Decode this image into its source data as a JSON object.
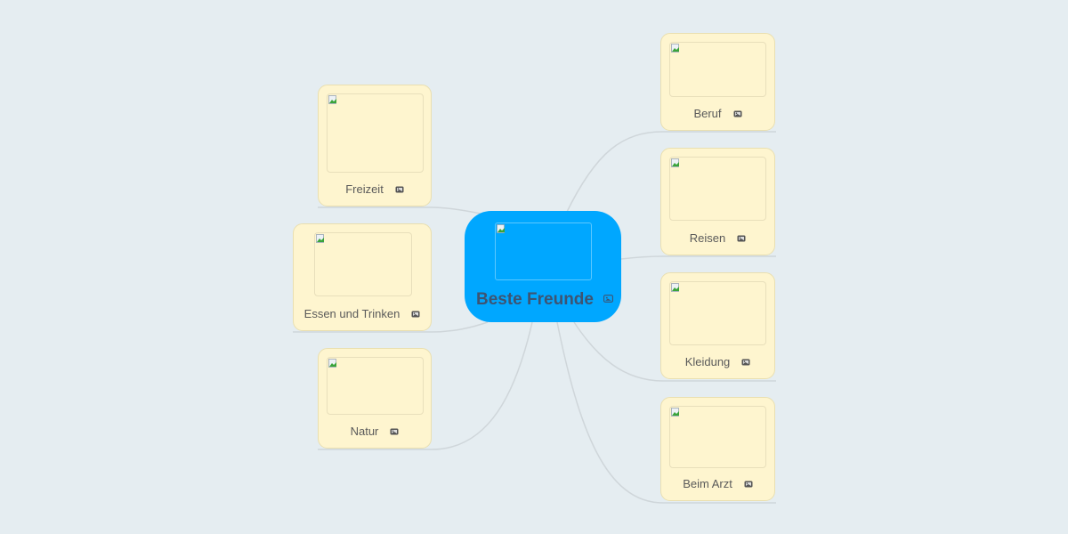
{
  "mindmap": {
    "root": {
      "label": "Beste Freunde",
      "color": "#00a7ff",
      "text_color": "#3d5472",
      "icon": "image-icon"
    },
    "left_branches": [
      {
        "label": "Freizeit",
        "icon": "image-icon"
      },
      {
        "label": "Essen und Trinken",
        "icon": "image-icon"
      },
      {
        "label": "Natur",
        "icon": "image-icon"
      }
    ],
    "right_branches": [
      {
        "label": "Beruf",
        "icon": "image-icon"
      },
      {
        "label": "Reisen",
        "icon": "image-icon"
      },
      {
        "label": "Kleidung",
        "icon": "image-icon"
      },
      {
        "label": "Beim Arzt",
        "icon": "image-icon"
      }
    ],
    "colors": {
      "background": "#e5edf1",
      "node_fill": "#fef5cf",
      "node_border": "#e9dfb0",
      "link": "#cfd6da"
    }
  }
}
